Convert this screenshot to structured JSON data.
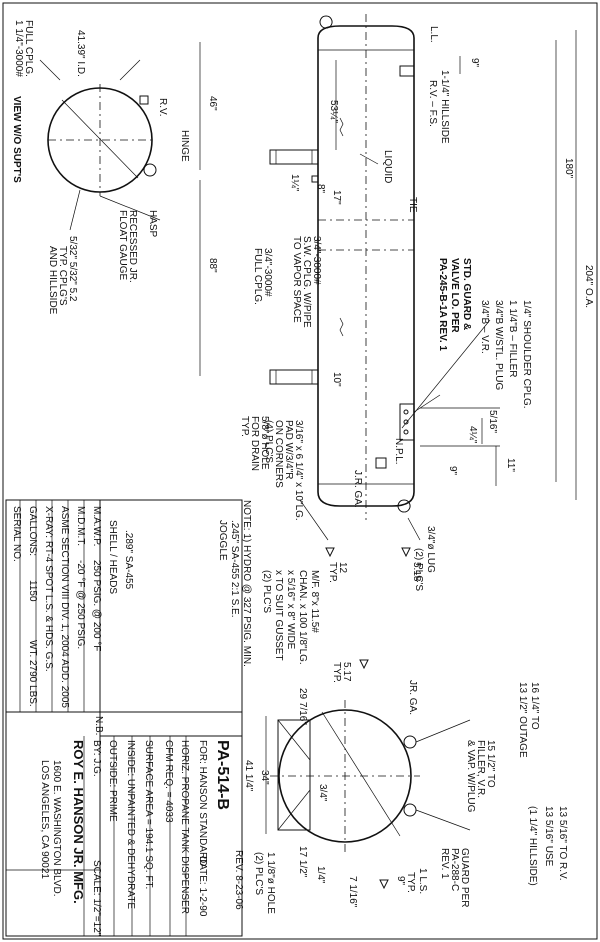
{
  "overall": {
    "oa": "204\" O.A.",
    "l180": "180\"",
    "d9_top": "9\"",
    "ll": "L.L.",
    "hillside": "1-1/4\" HILLSIDE",
    "rv_fs": "R.V. – F.S.",
    "d53": "53¼\"",
    "d46": "46\"",
    "d88": "88\"",
    "liquid": "LIQUID",
    "tie": "TIE",
    "d17": "17\"",
    "d8": "8\"",
    "d14": "1¼\"",
    "cplg_3000": "3/4\"-3000#",
    "cplg_sw": "S.W. CPLG. W/PIPE",
    "cplg_vs": "TO VAPOR SPACE",
    "full_cplg_a": "3/4\"-3000#",
    "full_cplg_b": "FULL CPLG.",
    "d10": "10\"",
    "d9_bot": "9\"",
    "d11": "11\"",
    "d416": "4¼\"",
    "d5_16": "5/16\"",
    "npl": "N.P.L.",
    "jr_ga": "J.R. GA.",
    "shoulder": "1/4\" SHOULDER CPLG.",
    "filler": "1 1/4\"B – FILLER",
    "plug": "3/4\"B W/STL. PLUG",
    "vr": "3/4\"B – V.R.",
    "std_guard": "STD. GUARD &",
    "valve_lo": "VALVE LO. PER",
    "pa_245": "PA-245-B-1A REV. 1",
    "hole_a": "5/8\"ø HOLE",
    "hole_b": "FOR DRAIN",
    "hole_c": "TYP.",
    "pad_a": "3/16\" x 6 1/4\" x 10\"LG.",
    "pad_b": "PAD W/3/4\"R",
    "pad_c": "ON CORNERS",
    "pad_d": "(4) PLC'S",
    "lug_a": "3/4\"ø LUG",
    "lug_b": "(2) PLC'S"
  },
  "view": {
    "title": "VIEW W/O SUPT'S",
    "full_a": "1 1/4\"-3000#",
    "full_b": "FULL CPLG.",
    "id": "41.39\" I.D.",
    "rv": "R.V.",
    "hinge": "HINGE",
    "hasp": "HASP",
    "gauge_a": "RECESSED JR.",
    "gauge_b": "FLOAT GAUGE",
    "typ_a": "5/32\" 5/32\" 5.2",
    "typ_b": "TYP. CPLG'S",
    "typ_c": "AND HILLSIDE"
  },
  "end_view": {
    "outage_a": "16 1/4\" TO",
    "outage_b": "13 1/2\" OUTAGE",
    "filler_a": "15 1/2\" TO",
    "filler_b": "FILLER, V.R.",
    "filler_c": "& VAP. W/PLUG",
    "rv_a": "13 5/16\" TO R.V.",
    "rv_b": "13 5/16\" USE",
    "rv_c": "(1 1/4\" HILLSIDE)",
    "guard_a": "GUARD PER",
    "guard_b": "PA-288-C",
    "guard_c": "REV. 1",
    "jr_ga": "JR. GA.",
    "d2976": "29 7/16\"",
    "d517": "5.17",
    "typ": "TYP.",
    "d41": "41 1/4\"",
    "d34": "34\"",
    "d3_4": "3/4\"",
    "d17_half": "17 1/2\"",
    "d14": "1/4\"",
    "d9": "9\"",
    "d716": "7 1/16\"",
    "ls": "1 L.S.",
    "ls_typ": "TYP.",
    "hole_a": "1 1/8\"ø HOLE",
    "hole_b": "(2) PLC'S",
    "d12": "12",
    "d12t": "TYP.",
    "d518": "5.18",
    "mf_a": "M/F. 8\"x 11.5#",
    "mf_b": "CHAN. x 100 1/8\"LG.",
    "mf_c": "x 5/16\" x 8\" WIDE",
    "mf_d": "x TO SUIT GUSSET",
    "mf_e": "(2) PLC'S"
  },
  "notes": {
    "n1": "NOTE: 1) HYDRO @ 327 PSIG. MIN.",
    "n2": ".245\" SA-455 2:1 S.E.",
    "n3": "JOGGLE"
  },
  "title_block": {
    "shell_heads": "SHELL / HEADS",
    "material": ".289\" SA-455",
    "mawp_label": "M.A.W.P.",
    "mawp_val": "250  PSIG. @  200 °F",
    "mdmt_label": "M.D.M.T.",
    "mdmt_val": "-20 °F @  250 PSIG.",
    "asme": "ASME SECTION VIII DIV. 1, 2004 ADD. 2005",
    "xray": "X-RAY:  RT-4 SPOT L.S. & HDS. G.S.",
    "gallons_label": "GALLONS:",
    "gallons_val": "1150",
    "wt": "WT. 2790 LBS.",
    "serial": "SERIAL NO.",
    "nb": "N.B.",
    "drawing_no": "PA-514-B",
    "rev": "REV. 8-23-06",
    "for": "FOR: HANSON STANDARD",
    "date": "DATE: 1-2-90",
    "horiz": "HORIZ. PROPANE TANK DISPENSER",
    "cfm": "CFM REQ. = 4033",
    "surface": "SURFACE AREA = 194.1 SQ. FT.",
    "inside": "INSIDE:  UNPAINTED & DEHYDRATE",
    "outside": "OUTSIDE: PRIME",
    "by": "BY: J.G.",
    "scale": "SCALE: 1/2\"=12\"",
    "company": "ROY E. HANSON JR. MFG.",
    "addr1": "1600 E. WASHINGTON BLVD.",
    "addr2": "LOS ANGELES, CA 90021"
  }
}
